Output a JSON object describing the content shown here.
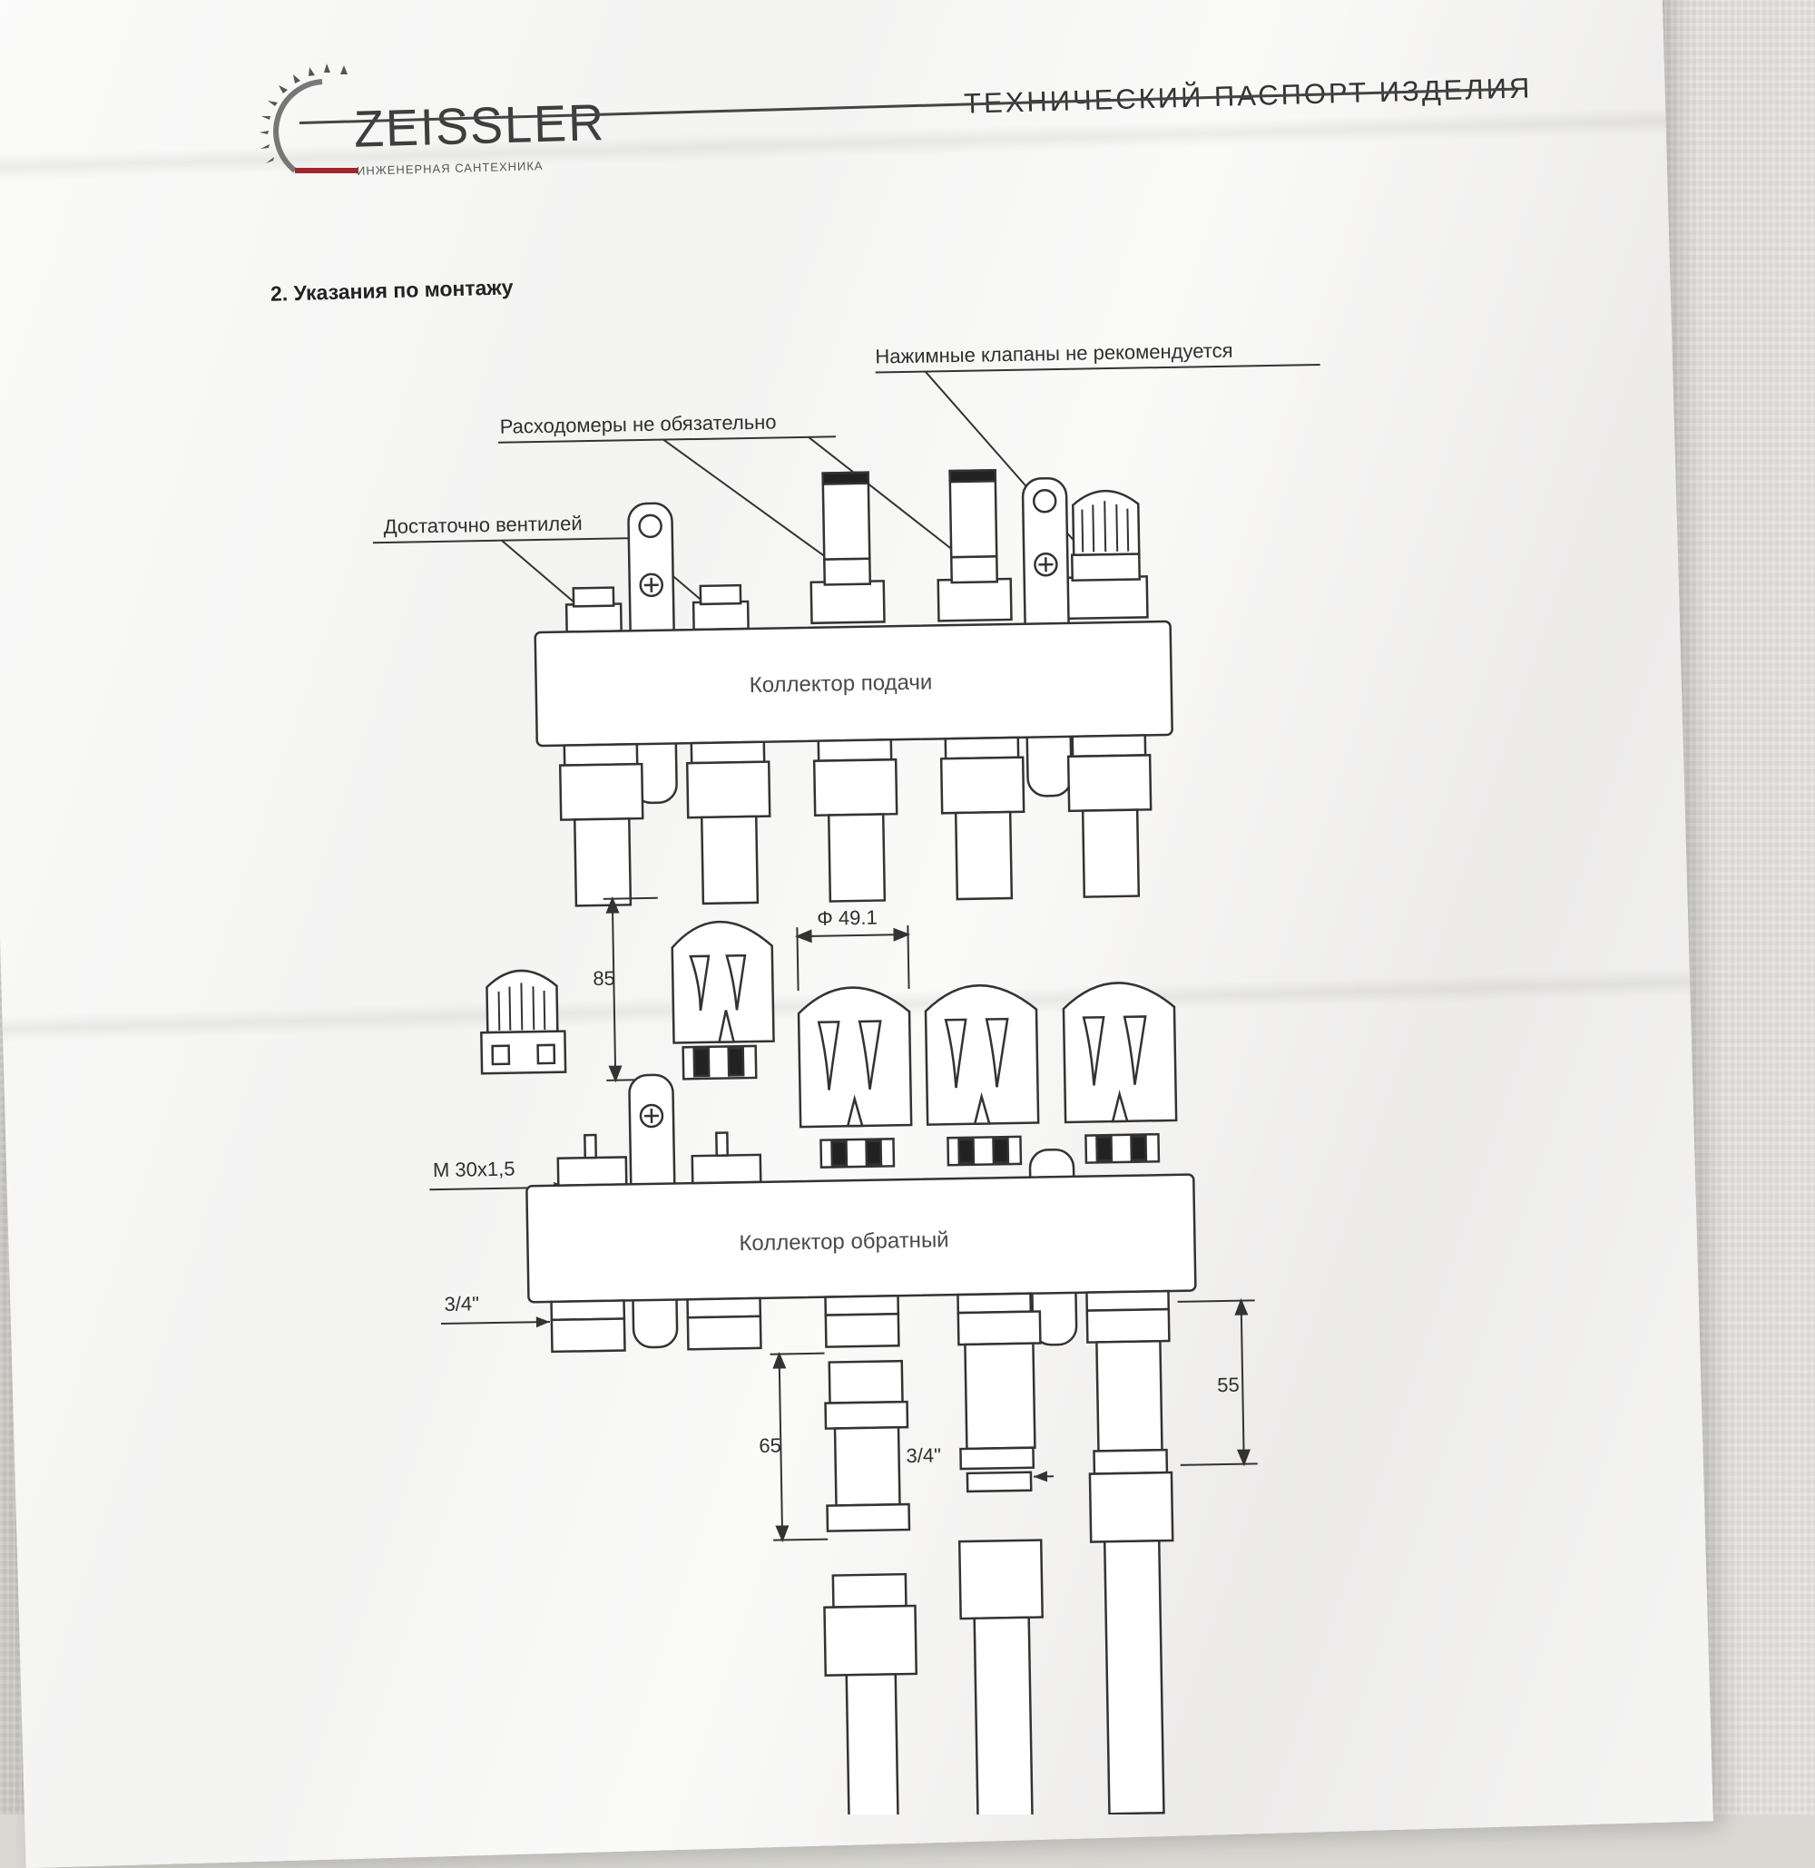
{
  "header": {
    "brand": "ZEISSLER",
    "brand_tagline": "ИНЖЕНЕРНАЯ САНТЕХНИКА",
    "document_title": "ТЕХНИЧЕСКИЙ ПАСПОРТ ИЗДЕЛИЯ"
  },
  "section": {
    "heading": "2. Указания по монтажу"
  },
  "diagram": {
    "callouts": {
      "valves": "Достаточно вентилей",
      "flowmeters": "Расходомеры не обязательно",
      "push_valves": "Нажимные клапаны не рекомендуется"
    },
    "collectors": {
      "supply": "Коллектор подачи",
      "return": "Коллектор обратный"
    },
    "dimensions": {
      "knob_diameter": "Φ 49.1",
      "thermohead_height": "85",
      "valve_thread": "M 30x1,5",
      "outlet_thread_left": "3/4\"",
      "outlet_thread_mid": "3/4\"",
      "adapter_length": "65",
      "fitting_length": "55"
    }
  }
}
